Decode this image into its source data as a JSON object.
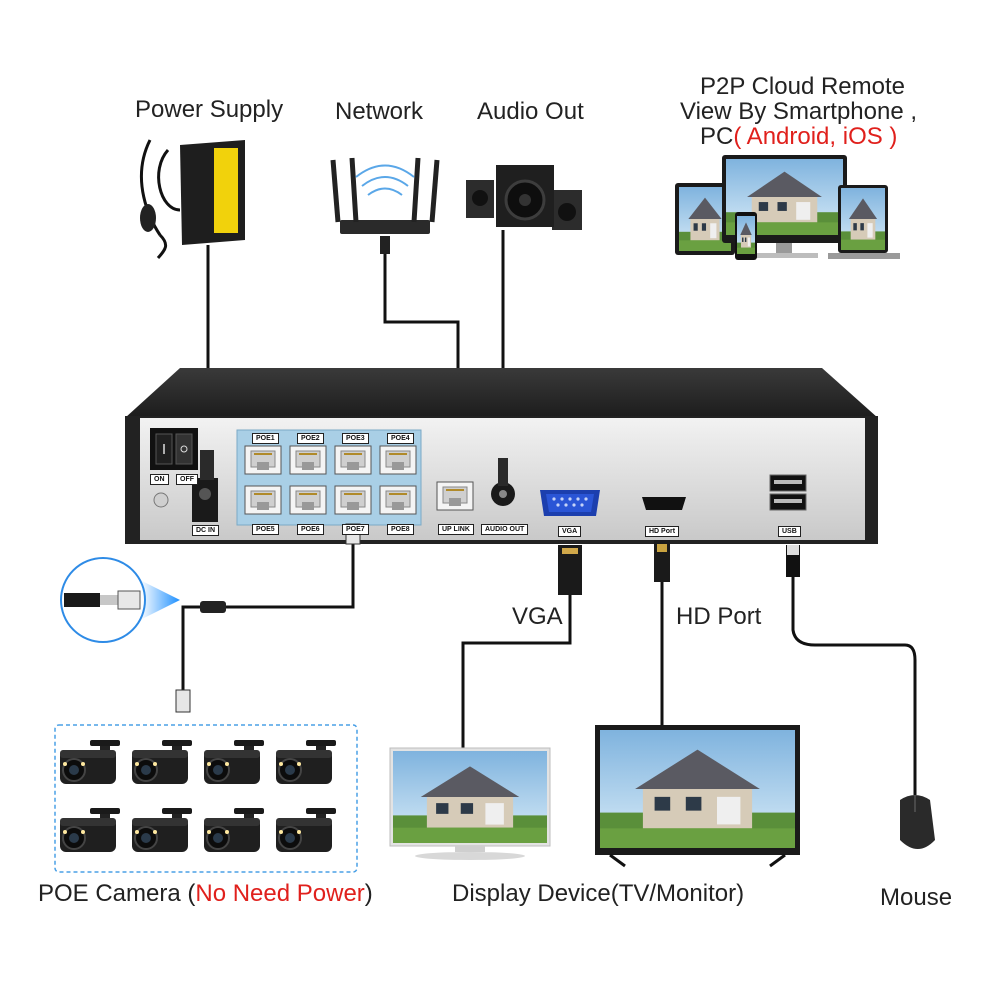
{
  "labels": {
    "power_supply": "Power Supply",
    "network": "Network",
    "audio_out": "Audio Out",
    "p2p_line1": "P2P Cloud Remote",
    "p2p_line2": "View By Smartphone ,",
    "p2p_line3_prefix": "PC",
    "p2p_line3_red": "( Android, iOS )",
    "vga": "VGA",
    "hd_port": "HD Port",
    "poe_camera": "POE Camera (",
    "poe_camera_red": "No Need Power",
    "poe_camera_end": ")",
    "display_device": "Display Device(TV/Monitor)",
    "mouse": "Mouse"
  },
  "nvr_ports": {
    "on": "ON",
    "off": "OFF",
    "dc_in": "DC IN",
    "poe_top": [
      "POE1",
      "POE2",
      "POE3",
      "POE4"
    ],
    "poe_bottom": [
      "POE5",
      "POE6",
      "POE7",
      "POE8"
    ],
    "uplink": "UP LINK",
    "audio_out": "AUDIO OUT",
    "vga": "VGA",
    "hd_port": "HD Port",
    "usb": "USB"
  },
  "colors": {
    "accent_red": "#e0201c",
    "poe_panel": "#a9cfe6",
    "nvr_body": "#2b2b2b",
    "nvr_face": "#e8e8e8",
    "cable": "#111111"
  }
}
